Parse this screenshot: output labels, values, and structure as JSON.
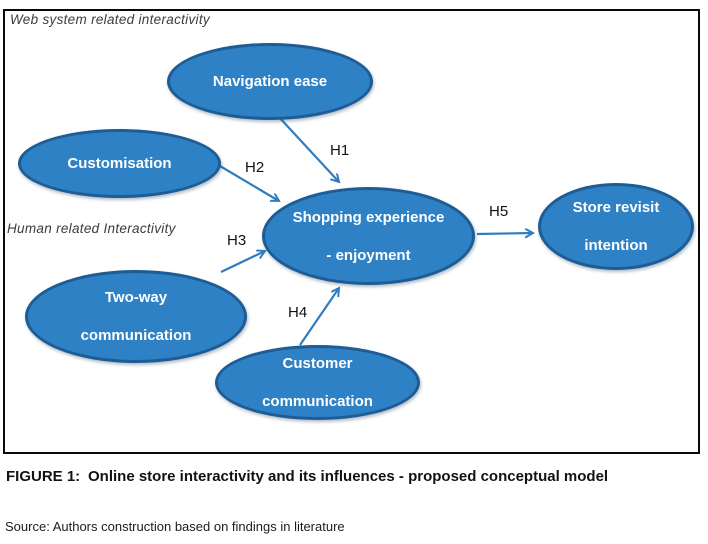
{
  "diagram": {
    "region_labels": [
      {
        "text": "Web system related interactivity"
      },
      {
        "text": "Human related Interactivity"
      }
    ],
    "nodes": [
      {
        "id": "navigation-ease",
        "lines": [
          "Navigation ease"
        ]
      },
      {
        "id": "customisation",
        "lines": [
          "Customisation"
        ]
      },
      {
        "id": "two-way-communication",
        "lines": [
          "Two-way",
          "communication"
        ]
      },
      {
        "id": "customer-communication",
        "lines": [
          "Customer",
          "communication"
        ]
      },
      {
        "id": "shopping-experience",
        "lines": [
          "Shopping experience",
          "- enjoyment"
        ]
      },
      {
        "id": "store-revisit-intention",
        "lines": [
          "Store revisit",
          "intention"
        ]
      }
    ],
    "edges": [
      {
        "label": "H1",
        "from": "navigation-ease",
        "to": "shopping-experience"
      },
      {
        "label": "H2",
        "from": "customisation",
        "to": "shopping-experience"
      },
      {
        "label": "H3",
        "from": "two-way-communication",
        "to": "shopping-experience"
      },
      {
        "label": "H4",
        "from": "customer-communication",
        "to": "shopping-experience"
      },
      {
        "label": "H5",
        "from": "shopping-experience",
        "to": "store-revisit-intention"
      }
    ],
    "colors": {
      "node_fill": "#2E81C4",
      "node_border": "#1D5C94",
      "arrow": "#2F7DC0"
    }
  },
  "caption": {
    "label": "FIGURE 1:",
    "text": "Online store interactivity and its influences - proposed conceptual model"
  },
  "source_line": "Source: Authors construction based on findings in literature"
}
